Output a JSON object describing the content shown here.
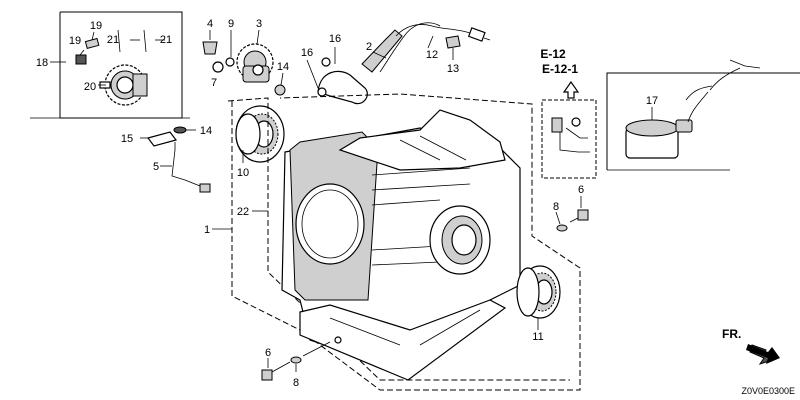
{
  "callouts": [
    {
      "id": "c19a",
      "text": "19"
    },
    {
      "id": "c21a",
      "text": "21"
    },
    {
      "id": "c21b",
      "text": "21"
    },
    {
      "id": "c19b",
      "text": "19"
    },
    {
      "id": "c18",
      "text": "18"
    },
    {
      "id": "c20",
      "text": "20"
    },
    {
      "id": "c4",
      "text": "4"
    },
    {
      "id": "c9",
      "text": "9"
    },
    {
      "id": "c3",
      "text": "3"
    },
    {
      "id": "c7",
      "text": "7"
    },
    {
      "id": "c14a",
      "text": "14"
    },
    {
      "id": "c16a",
      "text": "16"
    },
    {
      "id": "c16b",
      "text": "16"
    },
    {
      "id": "c2",
      "text": "2"
    },
    {
      "id": "c12",
      "text": "12"
    },
    {
      "id": "c13",
      "text": "13"
    },
    {
      "id": "c15",
      "text": "15"
    },
    {
      "id": "c14b",
      "text": "14"
    },
    {
      "id": "c5",
      "text": "5"
    },
    {
      "id": "c10",
      "text": "10"
    },
    {
      "id": "c22",
      "text": "22"
    },
    {
      "id": "c1",
      "text": "1"
    },
    {
      "id": "c6a",
      "text": "6"
    },
    {
      "id": "c8a",
      "text": "8"
    },
    {
      "id": "c11",
      "text": "11"
    },
    {
      "id": "c6b",
      "text": "6"
    },
    {
      "id": "c8b",
      "text": "8"
    },
    {
      "id": "c17",
      "text": "17"
    }
  ],
  "reference": {
    "line1": "E-12",
    "line2": "E-12-1"
  },
  "direction_label": "FR.",
  "drawing_code": "Z0V0E0300E"
}
